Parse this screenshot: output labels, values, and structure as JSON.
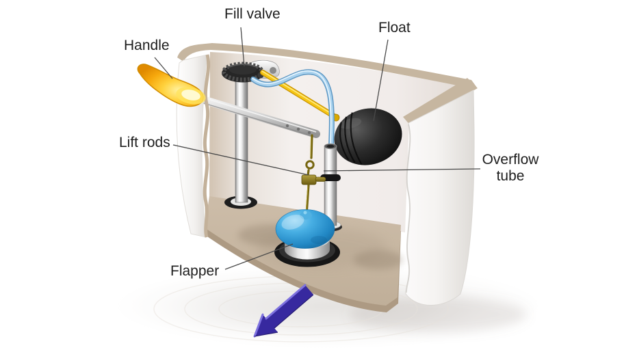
{
  "diagram": {
    "labels": {
      "fill_valve": "Fill valve",
      "handle": "Handle",
      "float": "Float",
      "lift_rods": "Lift rods",
      "overflow_tube": "Overflow tube",
      "flapper": "Flapper"
    },
    "arrow": {
      "direction": "down-left",
      "color": "#37299f"
    },
    "colors": {
      "label_text": "#1d1d1d",
      "leader_line": "#4a4a4a",
      "tank_rim": "#c6b6a0",
      "tank_wall": "#f4f2f0",
      "tank_floor": "#c9b8a4",
      "handle": "#ffc125",
      "float_arm": "#f6c513",
      "refill_tube": "#a9d2ee",
      "float_ball": "#262626",
      "lift_rod": "#76660f",
      "flapper": "#2f9fdb",
      "chrome": "#d9d9d9"
    }
  }
}
